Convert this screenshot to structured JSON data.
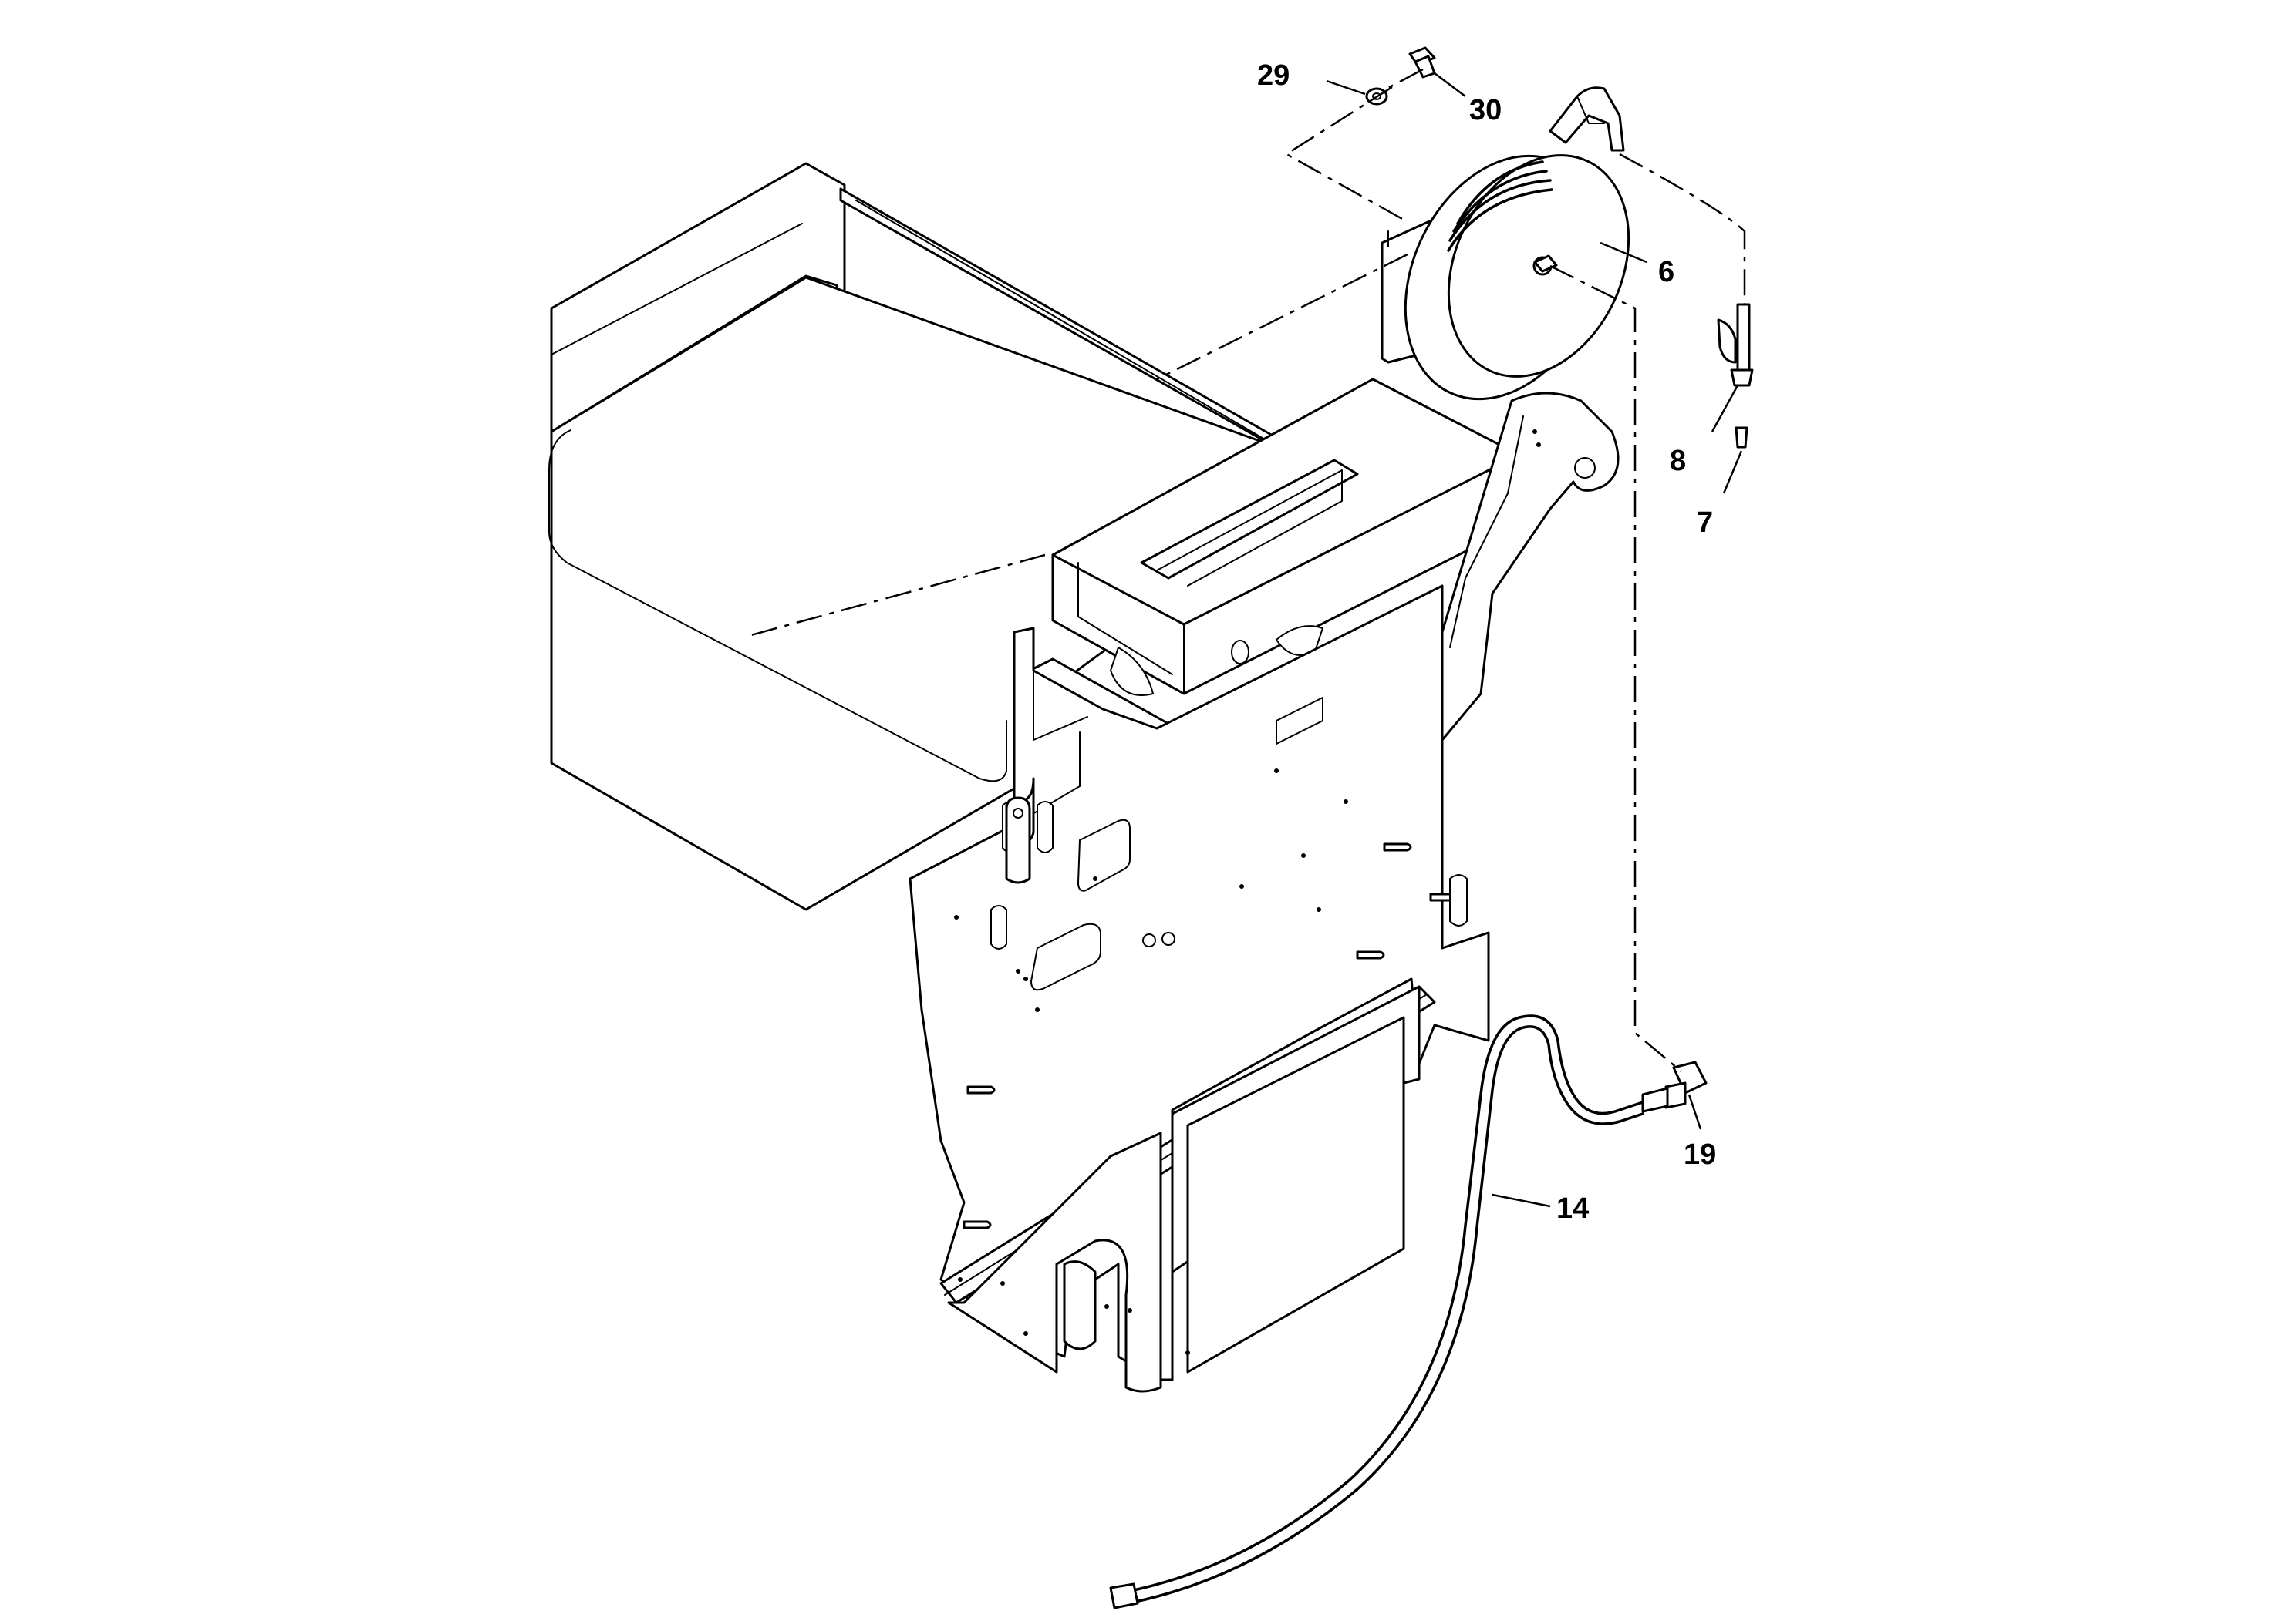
{
  "callouts": [
    {
      "id": "6",
      "text": "6"
    },
    {
      "id": "7",
      "text": "7"
    },
    {
      "id": "8",
      "text": "8"
    },
    {
      "id": "14",
      "text": "14"
    },
    {
      "id": "19",
      "text": "19"
    },
    {
      "id": "29",
      "text": "29"
    },
    {
      "id": "30",
      "text": "30"
    }
  ]
}
